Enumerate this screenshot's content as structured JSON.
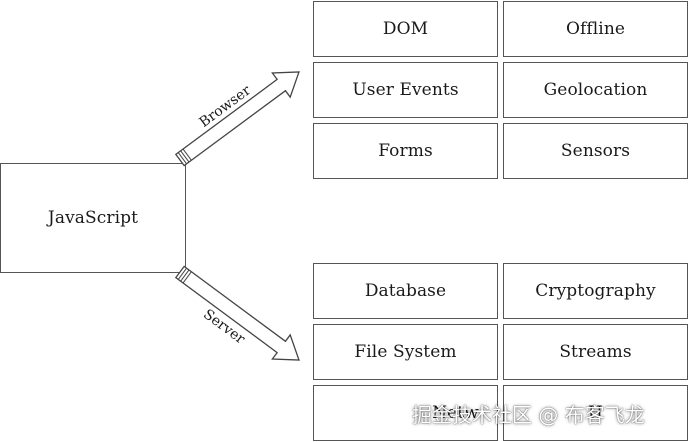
{
  "colors": {
    "border": "#555555",
    "arrow_stroke": "#444444",
    "arrow_fill": "#ffffff",
    "text": "#1a1a1a",
    "background": "#ffffff"
  },
  "source": {
    "label": "JavaScript"
  },
  "arrows": {
    "browser": {
      "label": "Browser"
    },
    "server": {
      "label": "Server"
    }
  },
  "browser_boxes": [
    {
      "label": "DOM"
    },
    {
      "label": "Offline"
    },
    {
      "label": "User Events"
    },
    {
      "label": "Geolocation"
    },
    {
      "label": "Forms"
    },
    {
      "label": "Sensors"
    }
  ],
  "server_boxes": [
    {
      "label": "Database"
    },
    {
      "label": "Cryptography"
    },
    {
      "label": "File System"
    },
    {
      "label": "Streams"
    },
    {
      "label": "Netw"
    },
    {
      "label": "H"
    }
  ],
  "watermark": {
    "text": "掘金技术社区 @ 布客飞龙"
  }
}
